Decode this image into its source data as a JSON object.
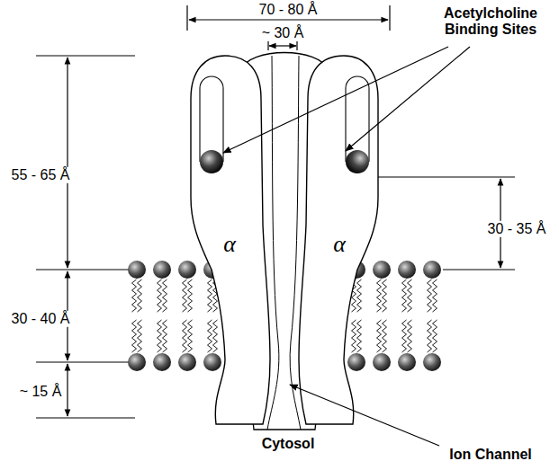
{
  "diagram": {
    "nodes": [
      {
        "text": [
          "α"
        ]
      },
      {
        "text": [
          "α"
        ]
      }
    ],
    "labels": [
      "70 - 80 Å",
      "~ 30 Å",
      "Acetylcholine Binding Sites",
      "55 - 65 Å",
      "30 - 35 Å",
      "30 - 40 Å",
      "~ 15 Å",
      "Cytosol",
      "Ion Channel"
    ]
  }
}
